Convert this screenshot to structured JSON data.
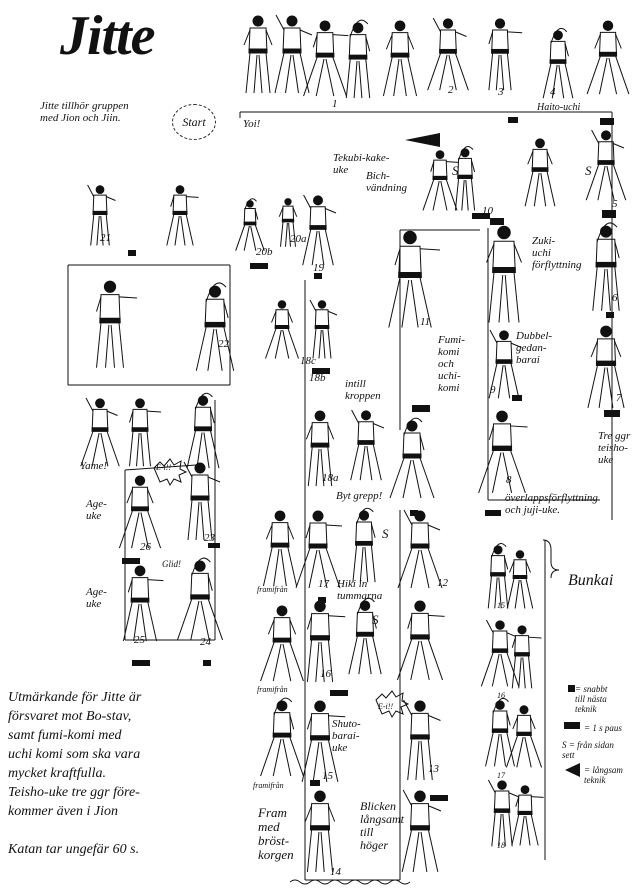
{
  "title": "Jitte",
  "intro": "Jitte tillhör gruppen\nmed Jion och Jiin.",
  "start_label": "Start",
  "labels": {
    "yoi": "Yoi!",
    "tekubi": "Tekubi-kake-\nuke",
    "haito": "Haito-uchi",
    "bich": "Bich-\nvändning",
    "zuki": "Zuki-\nuchi\nförflyttning",
    "dubbel": "Dubbel-\ngedan-\nbarai",
    "tre_ggr": "Tre ggr\nteisho-\nuke",
    "overlapp": "överlappsförflyttning\noch juji-uke.",
    "fumi": "Fumi-\nkomi\noch\nuchi-\nkomi",
    "intill": "intill\nkroppen",
    "byt": "Byt grepp!",
    "hiki": "Hiki in\ntummarna",
    "shuto": "Shuto-\nbarai-\nuke",
    "fram": "Fram\nmed\nbröst-\nkorgen",
    "blicken": "Blicken\nlångsamt\ntill\nhöger",
    "yame": "Yame!",
    "age1": "Age-\nuke",
    "age2": "Age-\nuke",
    "glid": "Glid!",
    "framifran1": "framifrån",
    "framifran2": "framifrån",
    "framifran3": "framifrån",
    "eiii1": "E-i!!",
    "eiii2": "E-i!!",
    "s_mark": "S"
  },
  "numbers": [
    "1",
    "2",
    "3",
    "4",
    "5",
    "6",
    "7",
    "8",
    "9",
    "10",
    "11",
    "12",
    "13",
    "14",
    "15",
    "16",
    "17",
    "18a",
    "18b",
    "18c",
    "19",
    "20a",
    "20b",
    "21",
    "22",
    "23",
    "24",
    "25",
    "26"
  ],
  "notes": "Utmärkande för Jitte är\nförsvaret mot Bo-stav,\nsamt fumi-komi med\nuchi komi som ska vara\nmycket kraftfulla.\nTeisho-uke tre ggr före-\nkommer även i Jion\n\nKatan tar ungefär 60 s.",
  "bunkai": {
    "title": "Bunkai",
    "figures": [
      "15",
      "16",
      "17",
      "18"
    ]
  },
  "legend": [
    {
      "symbol": "small-square",
      "text": "= snabbt\ntill nästa\nteknik"
    },
    {
      "symbol": "long-bar",
      "text": "= 1 s paus"
    },
    {
      "symbol": "S",
      "text": "S = från sidan\nsett"
    },
    {
      "symbol": "triangle",
      "text": "= långsam\nteknik"
    }
  ]
}
